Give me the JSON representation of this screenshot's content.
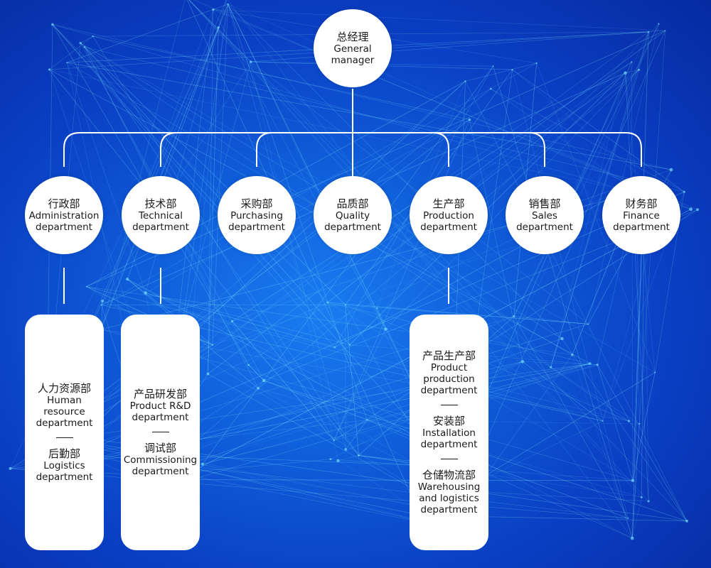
{
  "colors": {
    "background": "#0f5bd8",
    "node": "#ffffff",
    "connector": "#ffffff",
    "text": "#1a1a1a",
    "network": "#7fe9ff"
  },
  "root": {
    "zh": "总经理",
    "en": "General\nmanager"
  },
  "departments": [
    {
      "zh": "行政部",
      "en": "Administration\ndepartment"
    },
    {
      "zh": "技术部",
      "en": "Technical\ndepartment"
    },
    {
      "zh": "采购部",
      "en": "Purchasing\ndepartment"
    },
    {
      "zh": "品质部",
      "en": "Quality\ndepartment"
    },
    {
      "zh": "生产部",
      "en": "Production\ndepartment"
    },
    {
      "zh": "销售部",
      "en": "Sales\ndepartment"
    },
    {
      "zh": "财务部",
      "en": "Finance\ndepartment"
    }
  ],
  "sub_units": {
    "administration": [
      {
        "zh": "人力资源部",
        "en": "Human\nresource\ndepartment"
      },
      {
        "zh": "后勤部",
        "en": "Logistics\ndepartment"
      }
    ],
    "technical": [
      {
        "zh": "产品研发部",
        "en": "Product R&D\ndepartment"
      },
      {
        "zh": "调试部",
        "en": "Commissioning\ndepartment"
      }
    ],
    "production": [
      {
        "zh": "产品生产部",
        "en": "Product\nproduction\ndepartment"
      },
      {
        "zh": "安装部",
        "en": "Installation\ndepartment"
      },
      {
        "zh": "仓储物流部",
        "en": "Warehousing\nand logistics\ndepartment"
      }
    ]
  }
}
